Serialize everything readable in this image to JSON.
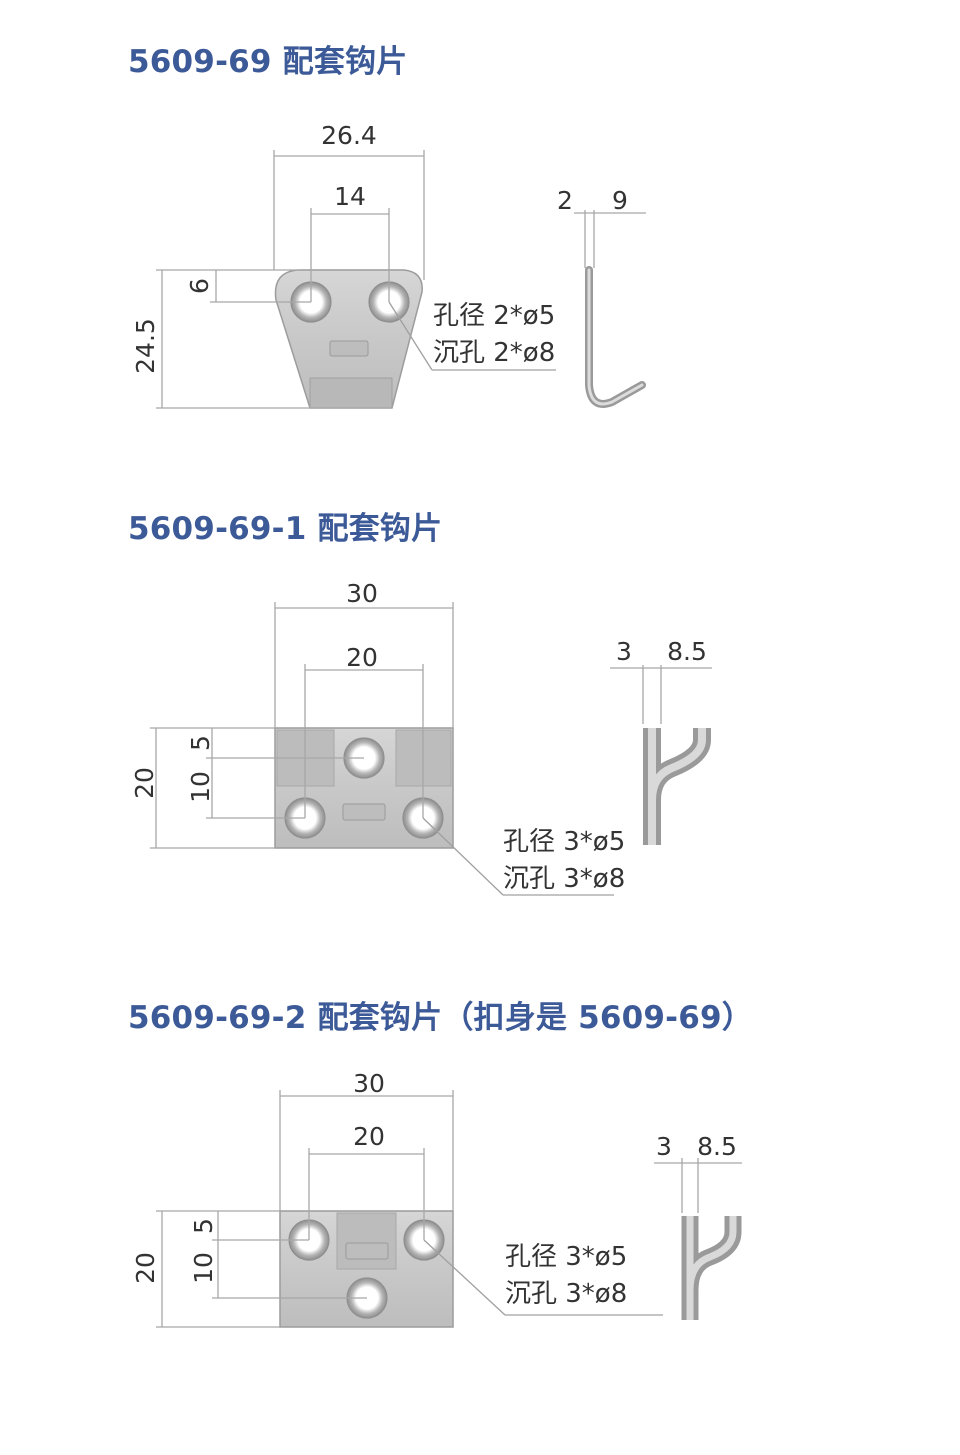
{
  "sections": [
    {
      "title": "5609-69 配套钩片",
      "dims": {
        "width": "26.4",
        "hole_spacing": "14",
        "height": "24.5",
        "hole_offset": "6",
        "thickness": "2",
        "hook_depth": "9"
      },
      "notes": [
        "孔径 2*ø5",
        "沉孔 2*ø8"
      ]
    },
    {
      "title": "5609-69-1 配套钩片",
      "dims": {
        "width": "30",
        "hole_spacing": "20",
        "height": "20",
        "hole_offset_a": "10",
        "hole_offset_b": "5",
        "thickness": "3",
        "hook_depth": "8.5"
      },
      "notes": [
        "孔径 3*ø5",
        "沉孔 3*ø8"
      ]
    },
    {
      "title": "5609-69-2 配套钩片（扣身是 5609-69）",
      "dims": {
        "width": "30",
        "hole_spacing": "20",
        "height": "20",
        "hole_offset_a": "10",
        "hole_offset_b": "5",
        "thickness": "3",
        "hook_depth": "8.5"
      },
      "notes": [
        "孔径 3*ø5",
        "沉孔 3*ø8"
      ]
    }
  ],
  "colors": {
    "title": "#3d5a98",
    "part_fill": "#c9c9c9",
    "part_edge": "#9c9c9c",
    "dim_line": "#a7a7a7"
  }
}
